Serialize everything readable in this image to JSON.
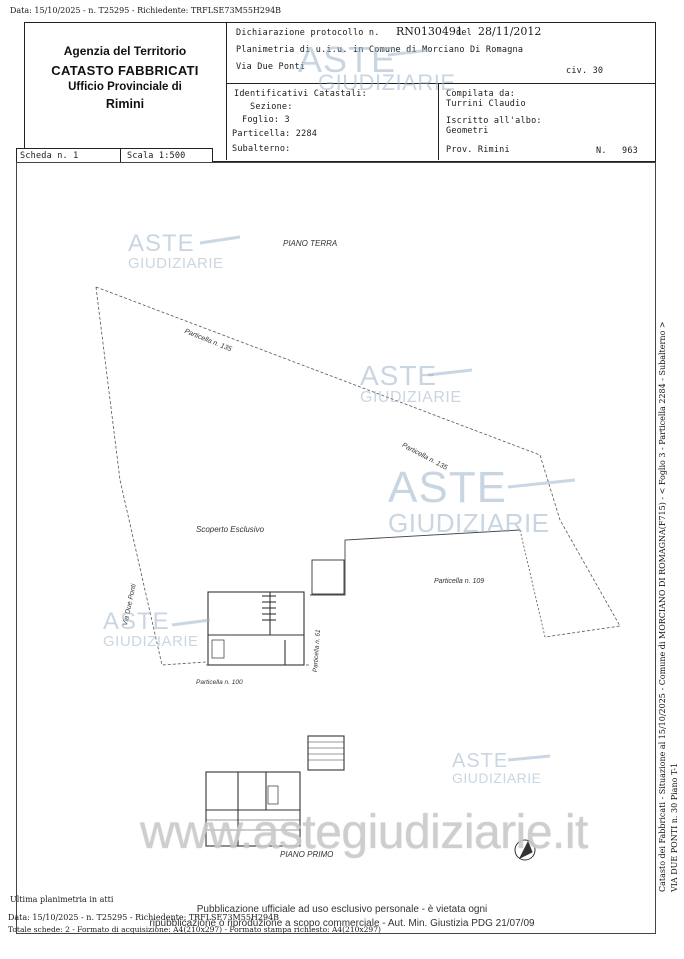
{
  "page_header": "Data: 15/10/2025 - n. T25295 - Richiedente: TRFLSE73M55H294B",
  "agency": {
    "line1": "Agenzia del Territorio",
    "line2": "CATASTO FABBRICATI",
    "line3": "Ufficio Provinciale di",
    "line4": "Rimini"
  },
  "declaration": {
    "protocol_label": "Dichiarazione protocollo n.",
    "protocol_number": "RN0130491",
    "date_label": "del",
    "date_value": "28/11/2012",
    "planimetria": "Planimetria di u.i.u. in Comune di Morciano Di Romagna",
    "address": "Via Due Ponti",
    "civ": "civ. 30"
  },
  "identifiers": {
    "title": "Identificativi Catastali:",
    "sezione": "Sezione:",
    "foglio": "Foglio: 3",
    "particella": "Particella: 2284",
    "subalterno": "Subalterno:"
  },
  "compiler": {
    "label": "Compilata da:",
    "name": "Turrini Claudio",
    "albo_label": "Iscritto all'albo:",
    "albo_value": "Geometri",
    "prov": "Prov. Rimini",
    "n_label": "N.",
    "n_value": "963"
  },
  "scheda": {
    "label": "Scheda n. 1",
    "scale": "Scala 1:500"
  },
  "plan_labels": {
    "piano_terra": "PIANO TERRA",
    "particella_135_a": "Particella n. 135",
    "particella_135_b": "Particella n. 135",
    "scoperto": "Scoperto Esclusivo",
    "particella_109": "Particella n. 109",
    "via_due_ponti": "Via Due Ponti",
    "particella_61": "Particella n. 61",
    "particella_100": "Particella n. 100",
    "piano_primo": "PIANO PRIMO"
  },
  "watermarks": {
    "aste": "ASTE",
    "giudiziarie": "GIUDIZIARIE",
    "site": "www.astegiudiziarie.it"
  },
  "footer": {
    "ultima": "Ultima planimetria in atti",
    "data_line": "Data: 15/10/2025 - n. T25295 - Richiedente: TRFLSE73M55H294B",
    "totale_line": "Totale schede: 2 - Formato di acquisizione: A4(210x297) - Formato stampa richiesto: A4(210x297)",
    "pub_line1": "Pubblicazione ufficiale ad uso esclusivo personale - è vietata ogni",
    "pub_line2": "ripubblicazione o riproduzione a scopo commerciale - Aut. Min. Giustizia PDG 21/07/09"
  },
  "side": {
    "line1": "Catasto dei Fabbricati - Situazione al 15/10/2025 - Comune di MORCIANO DI ROMAGNA(F715) - < Foglio 3 - Particella 2284 - Subalterno >",
    "line2": "VIA DUE PONTI n. 30 Piano T-1"
  }
}
